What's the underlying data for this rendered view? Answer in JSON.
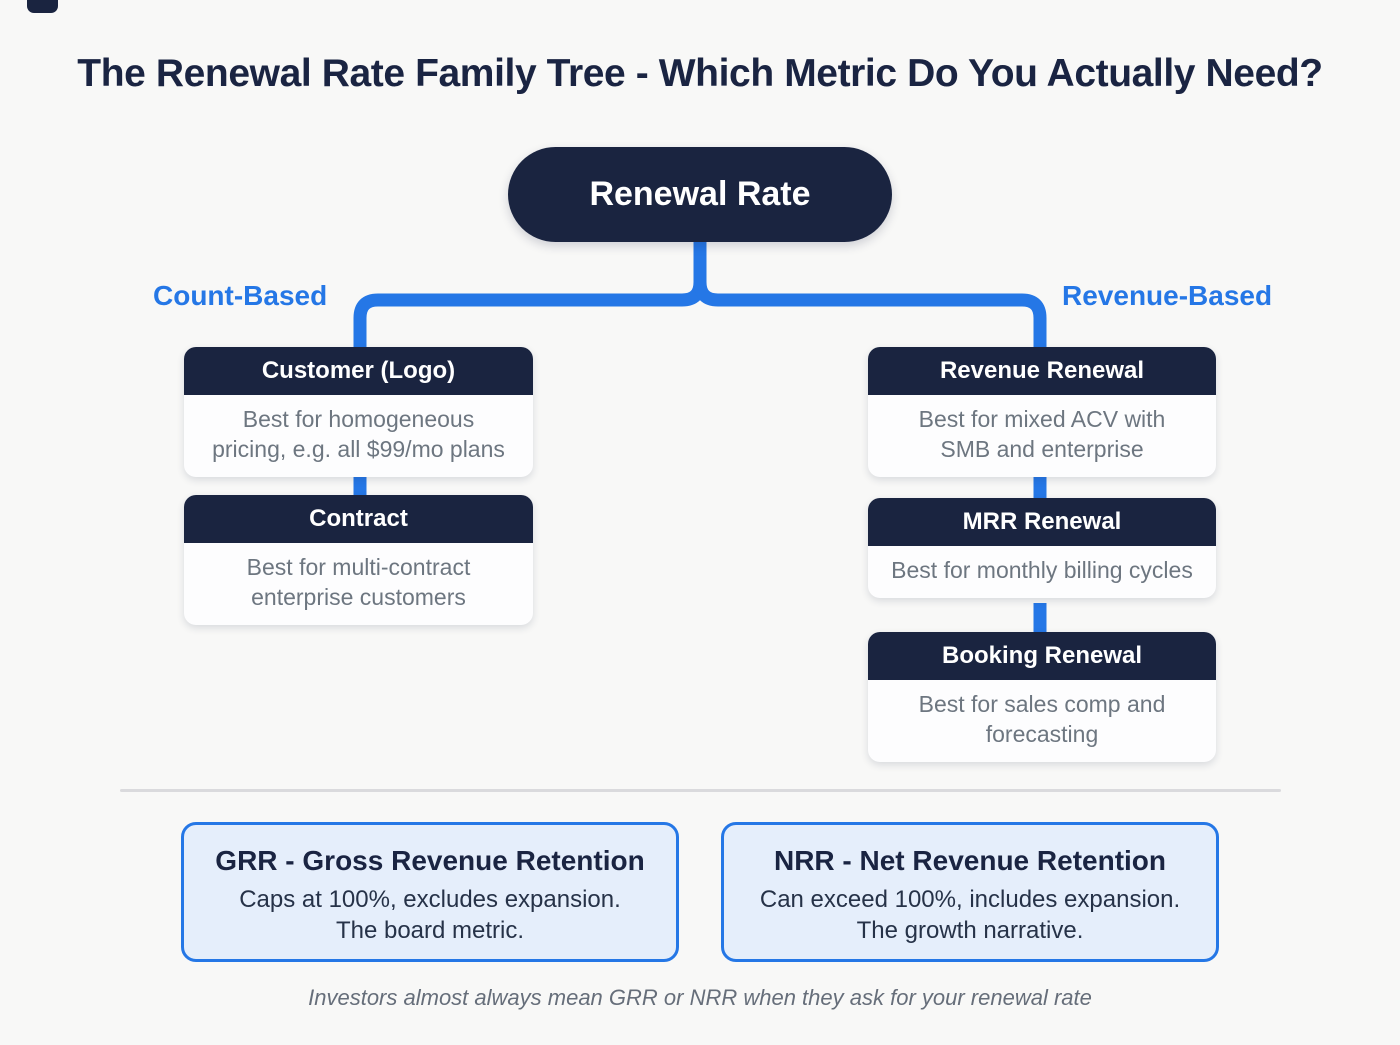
{
  "title": "The Renewal Rate Family Tree - Which Metric Do You Actually Need?",
  "root": {
    "label": "Renewal Rate"
  },
  "branches": {
    "left": {
      "label": "Count-Based",
      "nodes": [
        {
          "title": "Customer (Logo)",
          "description": "Best for homogeneous\npricing, e.g. all $99/mo plans"
        },
        {
          "title": "Contract",
          "description": "Best for multi-contract\nenterprise customers"
        }
      ]
    },
    "right": {
      "label": "Revenue-Based",
      "nodes": [
        {
          "title": "Revenue Renewal",
          "description": "Best for mixed ACV with\nSMB and enterprise"
        },
        {
          "title": "MRR Renewal",
          "description": "Best for monthly billing cycles"
        },
        {
          "title": "Booking Renewal",
          "description": "Best for sales comp and\nforecasting"
        }
      ]
    }
  },
  "callouts": [
    {
      "title": "GRR - Gross Revenue Retention",
      "description": "Caps at 100%, excludes expansion.\nThe board metric."
    },
    {
      "title": "NRR - Net Revenue Retention",
      "description": "Can exceed 100%, includes expansion.\nThe growth narrative."
    }
  ],
  "footnote": "Investors almost always mean GRR or NRR when they ask for your renewal rate",
  "colors": {
    "background": "#f8f8f7",
    "navy": "#1a2440",
    "blue": "#2577e6",
    "title_color": "#1a2442",
    "card_body_bg": "#fdfdfe",
    "card_text": "#6d7680",
    "callout_bg": "#e5eefb",
    "callout_text": "#263248",
    "divider": "#dadadd",
    "footnote_text": "#666e7a"
  }
}
